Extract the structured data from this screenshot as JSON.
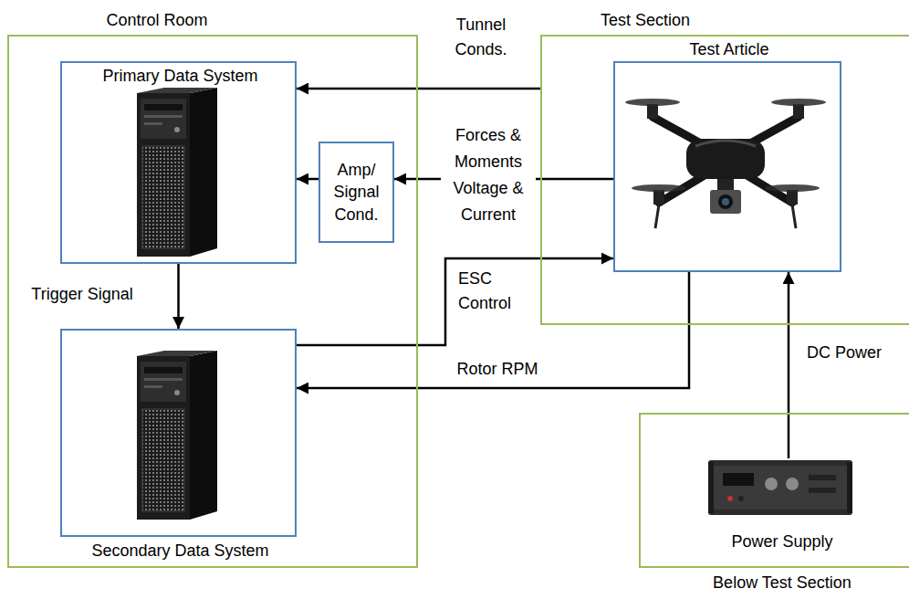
{
  "diagram": {
    "nodes": [
      {
        "text": [
          "Control Room"
        ]
      },
      {
        "text": [
          "Primary Data System"
        ],
        "in": 0
      },
      {
        "text": [
          "Amp/ Signal Cond."
        ],
        "in": 0
      },
      {
        "text": [
          "Secondary Data System"
        ],
        "in": 0
      },
      {
        "text": [
          "Test Section"
        ]
      },
      {
        "text": [
          "Test Article"
        ],
        "in": 4
      },
      {
        "text": [
          "Below Test Section"
        ]
      },
      {
        "text": [
          "Power Supply"
        ],
        "in": 6
      }
    ],
    "edges": [
      {
        "from": 4,
        "to": 1,
        "label": "Tunnel Conds.",
        "arrow": "to"
      },
      {
        "from": 5,
        "to": 2,
        "label": "Forces & Moments Voltage & Current",
        "arrow": "to"
      },
      {
        "from": 2,
        "to": 1,
        "arrow": "to"
      },
      {
        "from": 1,
        "to": 3,
        "label": "Trigger Signal",
        "arrow": "to"
      },
      {
        "from": 3,
        "to": 5,
        "label": "ESC Control",
        "arrow": "to"
      },
      {
        "from": 5,
        "to": 3,
        "label": "Rotor RPM",
        "arrow": "to"
      },
      {
        "from": 7,
        "to": 5,
        "label": "DC Power",
        "arrow": "to"
      }
    ]
  }
}
